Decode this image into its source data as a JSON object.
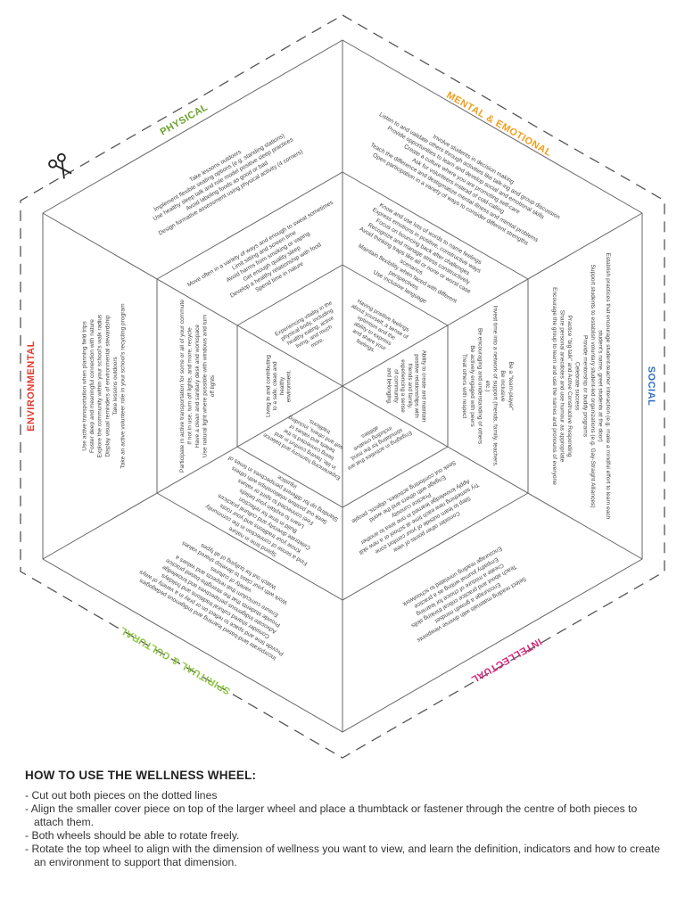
{
  "wheel": {
    "dimensions": {
      "physical": {
        "label": "PHYSICAL",
        "color": "#6aa329",
        "practices": [
          "Take lessons outdoors",
          "Implement flexible seating options (e.g. standing stations)",
          "Use healthy sleep talk and role model positive sleep practices",
          "Avoid labeling foods as good or bad",
          "Design formative assessment using physical activity (4 corners)"
        ],
        "indicators": [
          "Move often in a variety of ways and enough to sweat sometimes",
          "Limit sitting and screen time",
          "Avoid harms from smoking or vaping",
          "Get enough quality sleep",
          "Develop a healthy relationship with food",
          "Spend time in nature"
        ],
        "definition": [
          "Experiencing vitality in the",
          "physical body, including",
          "healthy eating, active",
          "living, and much",
          "more."
        ]
      },
      "mental": {
        "label": "MENTAL & EMOTIONAL",
        "color": "#f0a01e",
        "practices": [
          "Involve students in decision making",
          "Listen to and validate others through activities like talk-ing and group discussion",
          "Provide opportunities to learn and develop social and emotional skills",
          "Create a culture where you are promoting self-care",
          "Ask for volunteers instead of cold-calling",
          "Teach the difference and destigmatize mental illness and mental problems",
          "Open participation in a variety of ways to consider different strengths"
        ],
        "indicators": [
          "Know and use lots of words to name feelings",
          "Express emotions in positive, constructive ways",
          "Focus on bouncing back after challenges",
          "Recognize and manage stress constructively",
          "Avoid thinking traps like all or none or worst case",
          "scenarios",
          "Maintain flexibility when faced with different",
          "perspectives",
          "Use inclusive language"
        ],
        "definition": [
          "Having positive feelings",
          "about yourself, a sense of",
          "optimism and the",
          "ability to express",
          "and share your",
          "feelings."
        ]
      },
      "social": {
        "label": "SOCIAL",
        "color": "#2f6fc0",
        "practices": [
          "Establish practices that encourage student-teacher interaction (e.g. make a mindful effort to learn each",
          "student's name, greet students at the door)",
          "Support students to establish voluntary student-led organizations (e.g. Gay-Straight Alliances)",
          "Provide mentorship or buddy programs",
          "Celebrate success",
          "Practice \"big talk\" and Active Constructive Responding",
          "Share personal anecdotes and use humour as appropriate",
          "Encourage the group to learn and use the names and pronouns of everyone"
        ],
        "indicators": [
          "Be a \"team-player\"",
          "Be inclusive",
          "Invest time into a network of support (friends, family, teachers,",
          "etc.)",
          "Be encouraging and understanding of others",
          "Be actively engaged with peers",
          "Treat others with respect"
        ],
        "definition": [
          "Ability to create and maintain",
          "positive relationships with",
          "friends and family,",
          "experiencing a sense",
          "of community",
          "and belonging."
        ]
      },
      "intellectual": {
        "label": "INTELLECTUAL",
        "color": "#d6247a",
        "practices": [
          "Select reading materials with diverse viewpoints",
          "Encourage a growth mindset",
          "Teach about and practice critical thinking skills",
          "Create a mixture of choice for learning",
          "Empathy journal writing as a practice",
          "Encourage reading unrelated to schoolwork"
        ],
        "indicators": [
          "Consider other points of view",
          "Step to learn outside of your comfort zone",
          "Try something new each time at school or a new skill",
          "Apply knowledge learned in one area to another",
          "Practice curiosity",
          "Engage with others and the world",
          "Seek out comforting activities, objects, people"
        ],
        "definition": [
          "Engaging in activities that are",
          "stimulating for the mind,",
          "including creative",
          "abilities."
        ]
      },
      "spiritual": {
        "label": "SPIRITUAL & CULTURAL",
        "color": "#8cc63f",
        "practices": [
          "Incorporate land-based learning and Indigenous pedagogies",
          "Provide time and space to reflect on or pray in a variety of ways",
          "Consider shared cultural traditions and holidays",
          "Advocate Indigenous perspectives and knowledge",
          "Provide students that the strengths-based practice",
          "Ensure curriculum that respects and values a",
          "variety of cultures",
          "Work with your class to develop shared values",
          "Watch out for bullying of all types"
        ],
        "indicators": [
          "Spend time in nature",
          "Find a sense of connection in the community",
          "Know your traditions and your roots",
          "Celebrate diversity and cultural practices",
          "Build in time for reflection",
          "Learn to explain your beliefs",
          "Feel connected to spirit or values",
          "Seek out positive relationships with others",
          "Standing up for different perspectives in times of",
          "injustice"
        ],
        "definition": [
          "Experiencing harmony and balance",
          "in life, having comfort in and",
          "being connected to the",
          "beliefs and values of",
          "self and others, including",
          "traditions."
        ]
      },
      "environmental": {
        "label": "ENVIRONMENTAL",
        "color": "#e23b2e",
        "practices": [
          "Use active transportation when planning field trips",
          "Foster deep and meaningful connection with nature",
          "Explore the community within your school's walk radius",
          "Display visual reminders of environmental stewardship",
          "Take lessons outdoors",
          "Take an active volunteer role in your school's recycling program"
        ],
        "indicators": [
          "Participate in active transportation for some or all of your commute",
          "If not in use, turn off lights, and more, recycle",
          "Have a clean and sanitary desk and workspace",
          "Use natural light where possible with windows and turn",
          "off lights"
        ],
        "definition": [
          "Living in and contributing",
          "to a safe, clean and",
          "healthy",
          "environment."
        ]
      }
    }
  },
  "howto": {
    "title": "HOW TO USE THE WELLNESS WHEEL:",
    "items": [
      "- Cut out both pieces on the dotted lines",
      "- Align the smaller cover piece on top of the larger wheel and place a thumbtack or fastener through the centre of both pieces to attach them.",
      "- Both wheels should be able to rotate freely.",
      "- Rotate the top wheel to align with the dimension of wellness you want to view, and learn the definition, indicators and how to create an environment to support that dimension."
    ]
  }
}
